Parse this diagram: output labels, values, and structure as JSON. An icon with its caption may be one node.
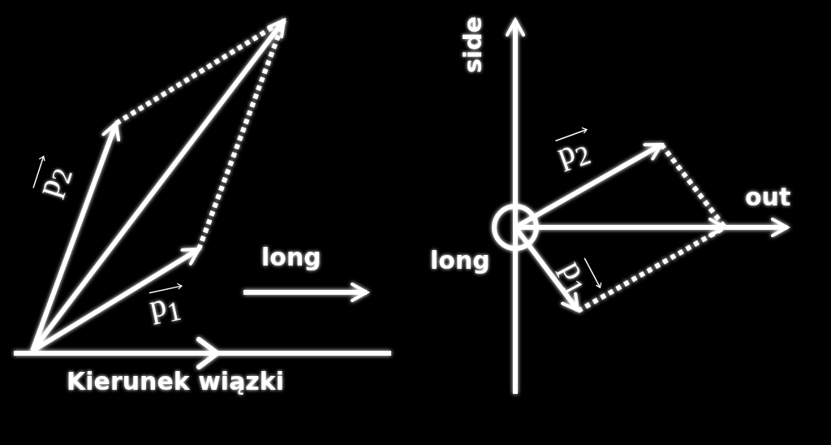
{
  "diagram": {
    "labels": [
      "p$_{2}$",
      "long",
      "p$_{1}$",
      "Kierunek wiązki",
      "side",
      "p$_{2}$",
      "out",
      "long",
      "p$_{1}$"
    ]
  }
}
